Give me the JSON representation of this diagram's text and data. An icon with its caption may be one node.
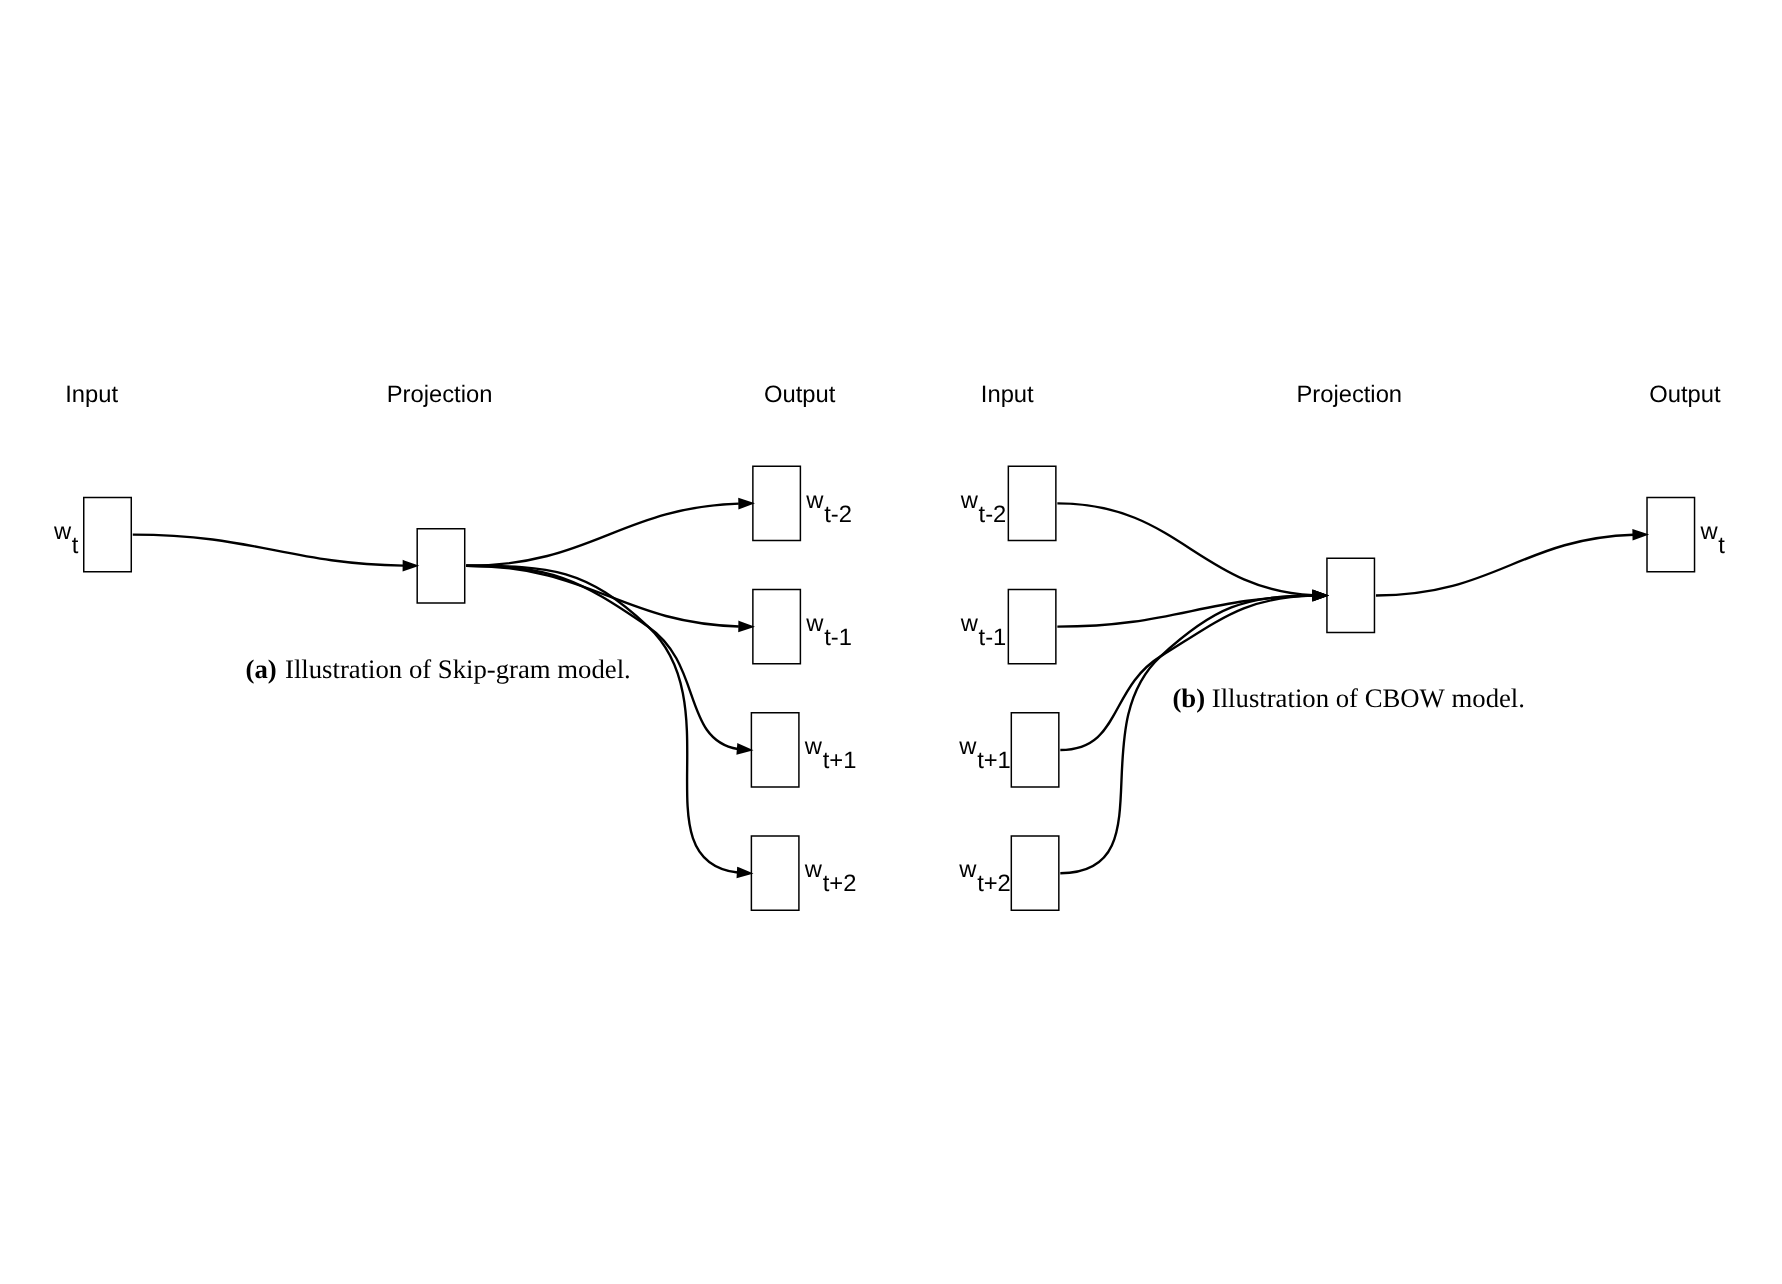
{
  "diagram": {
    "nodes": [
      {
        "text": [],
        "shape": "box",
        "beside": [
          "w$_{t}$"
        ]
      },
      {
        "text": [],
        "shape": "box"
      },
      {
        "text": [],
        "shape": "box",
        "beside": [
          "w$_{t-2}$"
        ]
      },
      {
        "text": [],
        "shape": "box",
        "beside": [
          "w$_{t-1}$"
        ]
      },
      {
        "text": [],
        "shape": "box",
        "beside": [
          "w$_{t+1}$"
        ]
      },
      {
        "text": [],
        "shape": "box",
        "beside": [
          "w$_{t+2}$"
        ]
      },
      {
        "text": [],
        "shape": "box",
        "beside": [
          "w$_{t-2}$"
        ]
      },
      {
        "text": [],
        "shape": "box",
        "beside": [
          "w$_{t-1}$"
        ]
      },
      {
        "text": [],
        "shape": "box",
        "beside": [
          "w$_{t+1}$"
        ]
      },
      {
        "text": [],
        "shape": "box",
        "beside": [
          "w$_{t+2}$"
        ]
      },
      {
        "text": [],
        "shape": "box"
      },
      {
        "text": [],
        "shape": "box",
        "beside": [
          "w$_{t}$"
        ]
      }
    ],
    "edges": [
      {
        "from": 0,
        "to": 1,
        "arrow": "to"
      },
      {
        "from": 1,
        "to": 2,
        "arrow": "to"
      },
      {
        "from": 1,
        "to": 3,
        "arrow": "to"
      },
      {
        "from": 1,
        "to": 4,
        "arrow": "to"
      },
      {
        "from": 1,
        "to": 5,
        "arrow": "to"
      },
      {
        "from": 6,
        "to": 10,
        "arrow": "to"
      },
      {
        "from": 7,
        "to": 10,
        "arrow": "to"
      },
      {
        "from": 8,
        "to": 10,
        "arrow": "to"
      },
      {
        "from": 9,
        "to": 10,
        "arrow": "to"
      },
      {
        "from": 10,
        "to": 11,
        "arrow": "to"
      }
    ],
    "labels": [
      "Input",
      "Projection",
      "Output",
      "Input",
      "Projection",
      "Output",
      "**(a)** Illustration of Skip-gram model.",
      "**(b)** Illustration of CBOW model."
    ]
  }
}
